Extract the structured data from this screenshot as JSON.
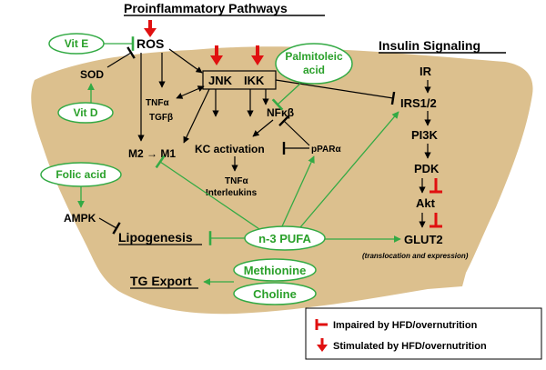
{
  "headers": {
    "proinflammatory": "Proinflammatory Pathways",
    "insulin": "Insulin Signaling"
  },
  "nutrients": {
    "vit_e": "Vit E",
    "vit_d": "Vit D",
    "palmitoleic_1": "Palmitoleic",
    "palmitoleic_2": "acid",
    "folic_acid": "Folic acid",
    "n3_pufa": "n-3 PUFA",
    "methionine": "Methionine",
    "choline": "Choline"
  },
  "nodes": {
    "ros": "ROS",
    "sod": "SOD",
    "tnfa": "TNFα",
    "tgfb": "TGFβ",
    "jnk": "JNK",
    "ikk": "IKK",
    "nfkb": "NFκβ",
    "m2_m1": "M2 → M1",
    "kc_activation": "KC activation",
    "ppara": "pPARα",
    "tnfa2": "TNFα",
    "interleukins": "Interleukins",
    "ampk": "AMPK",
    "lipogenesis": "Lipogenesis",
    "tg_export": "TG Export",
    "ir": "IR",
    "irs": "IRS1/2",
    "pi3k": "PI3K",
    "pdk": "PDK",
    "akt": "Akt",
    "glut2": "GLUT2",
    "glut2_note": "(translocation  and expression)"
  },
  "legend": {
    "impaired": "Impaired by HFD/overnutrition",
    "stimulated": "Stimulated by HFD/overnutrition"
  },
  "colors": {
    "liver": "#dcc08e",
    "nutrient_green": "#33aa44",
    "inhibit_red": "#e01010",
    "text": "#000000"
  }
}
